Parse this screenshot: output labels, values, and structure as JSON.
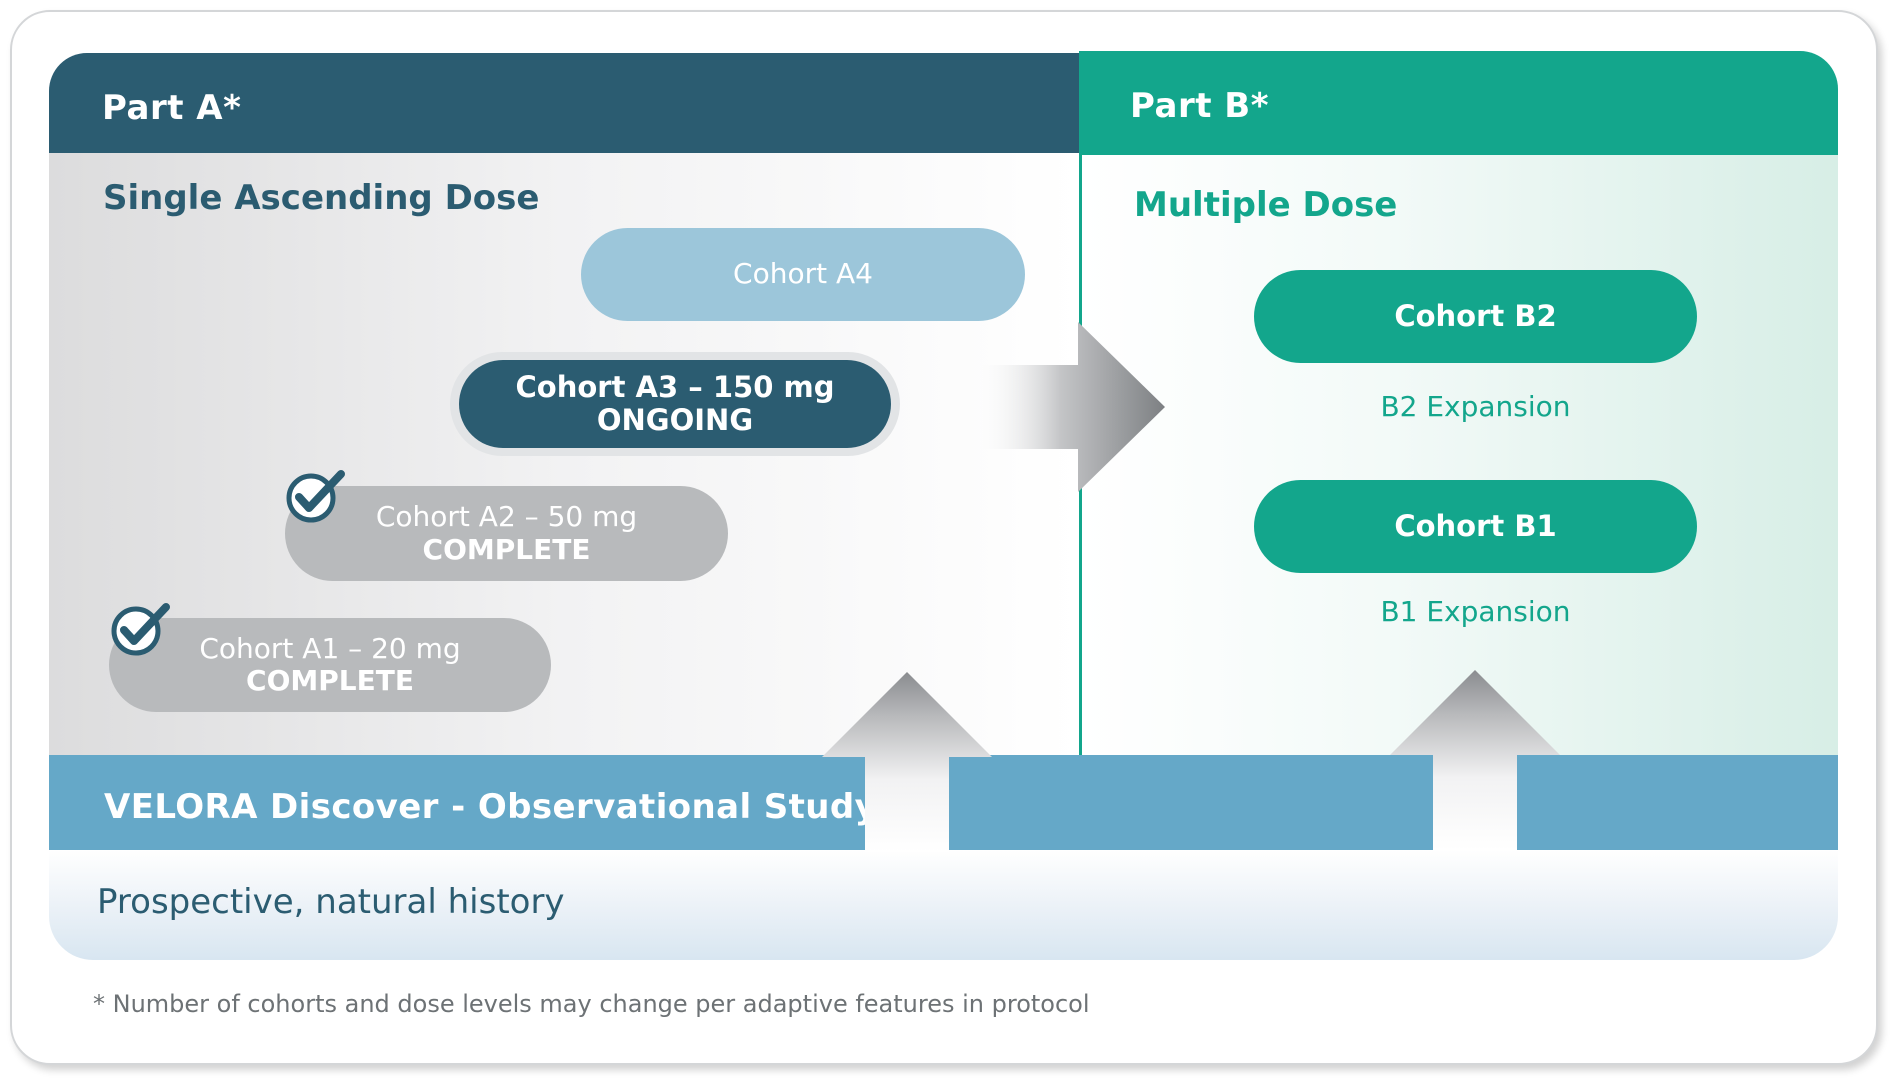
{
  "part_a": {
    "title": "Part A*",
    "subtitle": "Single Ascending Dose",
    "cohorts": {
      "a4": {
        "label": "Cohort A4"
      },
      "a3": {
        "label": "Cohort A3 – 150 mg",
        "status": "ONGOING"
      },
      "a2": {
        "label": "Cohort A2 – 50 mg",
        "status": "COMPLETE"
      },
      "a1": {
        "label": "Cohort A1 – 20 mg",
        "status": "COMPLETE"
      }
    }
  },
  "part_b": {
    "title": "Part B*",
    "subtitle": "Multiple Dose",
    "cohorts": {
      "b2": {
        "label": "Cohort B2",
        "expansion": "B2 Expansion"
      },
      "b1": {
        "label": "Cohort B1",
        "expansion": "B1 Expansion"
      }
    }
  },
  "observational": {
    "title": "VELORA Discover - Observational Study",
    "description": "Prospective, natural history"
  },
  "footnote": "* Number of cohorts and dose levels may change per adaptive features in protocol",
  "colors": {
    "part_a": "#2b5c71",
    "part_b": "#13a68c",
    "observational": "#65a8c8",
    "complete": "#b8babc",
    "pending": "#9cc6da"
  },
  "icons": {
    "complete_marker": "checkmark-circle-icon",
    "flow_right": "arrow-right-icon",
    "flow_up": "arrow-up-icon"
  }
}
